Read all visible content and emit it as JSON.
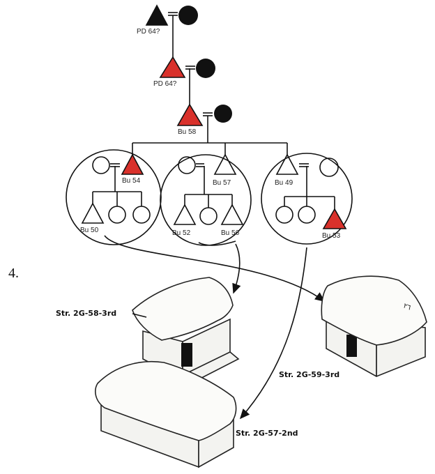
{
  "figure_number": "4.",
  "colors": {
    "highlight": "#d9312b",
    "ink": "#111111"
  },
  "genealogy": {
    "gen1": {
      "label": "PD 64?"
    },
    "gen2": {
      "label": "PD 64?"
    },
    "gen3": {
      "label": "Bu 58"
    },
    "household_a": {
      "father": "Bu 54",
      "child": "Bu 50"
    },
    "household_b": {
      "father": "Bu 57",
      "children": [
        "Bu 52",
        "Bu 56"
      ]
    },
    "household_c": {
      "father": "Bu 49",
      "child": "Bu 53"
    }
  },
  "structures": {
    "str_58": "Str. 2G-58-3rd",
    "str_59": "Str. 2G-59-3rd",
    "str_57": "Str. 2G-57-2nd"
  }
}
